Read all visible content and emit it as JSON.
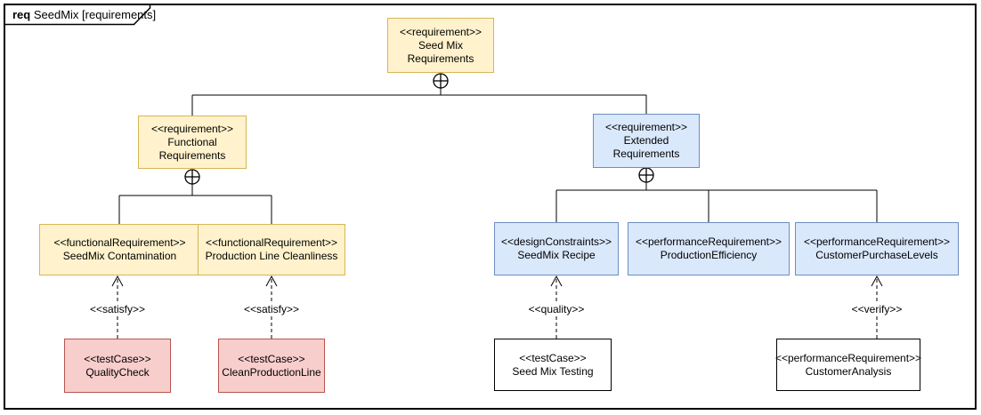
{
  "frame": {
    "keyword": "req",
    "title": " SeedMix [requirements]"
  },
  "nodes": {
    "seed_mix_requirements": {
      "stereotype": "<<requirement>>",
      "name": "Seed Mix Requirements"
    },
    "functional_requirements": {
      "stereotype": "<<requirement>>",
      "name": "Functional Requirements"
    },
    "extended_requirements": {
      "stereotype": "<<requirement>>",
      "name": "Extended Requirements"
    },
    "seedmix_contamination": {
      "stereotype": "<<functionalRequirement>>",
      "name": "SeedMix Contamination"
    },
    "production_line_cleanliness": {
      "stereotype": "<<functionalRequirement>>",
      "name": "Production Line Cleanliness"
    },
    "seedmix_recipe": {
      "stereotype": "<<designConstraints>>",
      "name": "SeedMix Recipe"
    },
    "production_efficiency": {
      "stereotype": "<<performanceRequirement>>",
      "name": "ProductionEfficiency"
    },
    "customer_purchase_levels": {
      "stereotype": "<<performanceRequirement>>",
      "name": "CustomerPurchaseLevels"
    },
    "quality_check": {
      "stereotype": "<<testCase>>",
      "name": "QualityCheck"
    },
    "clean_production_line": {
      "stereotype": "<<testCase>>",
      "name": "CleanProductionLine"
    },
    "seed_mix_testing": {
      "stereotype": "<<testCase>>",
      "name": "Seed Mix Testing"
    },
    "customer_analysis": {
      "stereotype": "<<performanceRequirement>>",
      "name": "CustomerAnalysis"
    }
  },
  "edges": {
    "containment": [
      {
        "parent": "Seed Mix Requirements",
        "child": "Functional Requirements"
      },
      {
        "parent": "Seed Mix Requirements",
        "child": "Extended Requirements"
      },
      {
        "parent": "Functional Requirements",
        "child": "SeedMix Contamination"
      },
      {
        "parent": "Functional Requirements",
        "child": "Production Line Cleanliness"
      },
      {
        "parent": "Extended Requirements",
        "child": "SeedMix Recipe"
      },
      {
        "parent": "Extended Requirements",
        "child": "ProductionEfficiency"
      },
      {
        "parent": "Extended Requirements",
        "child": "CustomerPurchaseLevels"
      }
    ],
    "dependencies": [
      {
        "from": "QualityCheck",
        "to": "SeedMix Contamination",
        "label": "<<satisfy>>"
      },
      {
        "from": "CleanProductionLine",
        "to": "Production Line Cleanliness",
        "label": "<<satisfy>>"
      },
      {
        "from": "Seed Mix Testing",
        "to": "SeedMix Recipe",
        "label": "<<quality>>"
      },
      {
        "from": "CustomerAnalysis",
        "to": "CustomerPurchaseLevels",
        "label": "<<verify>>"
      }
    ]
  },
  "colors": {
    "yellow_fill": "#FFF2CC",
    "yellow_border": "#D6B656",
    "blue_fill": "#DAE8FC",
    "blue_border": "#6C8EBF",
    "pink_fill": "#F8CECC",
    "pink_border": "#B85450",
    "white_fill": "#FFFFFF",
    "line": "#000000"
  }
}
